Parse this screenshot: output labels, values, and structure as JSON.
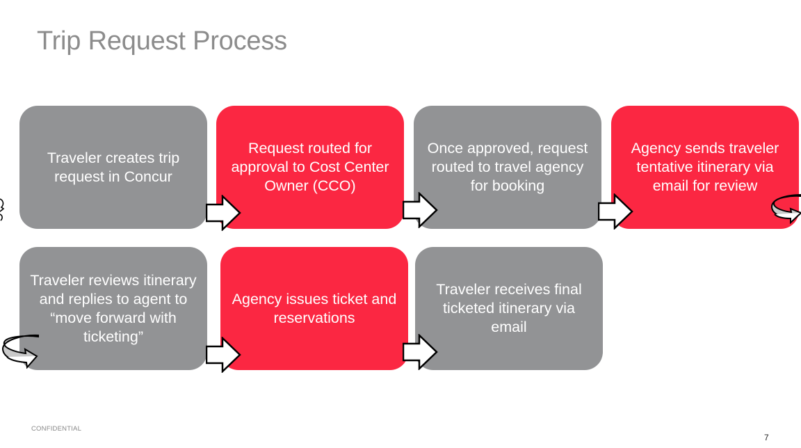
{
  "slide": {
    "title": "Trip Request Process",
    "footer": "CONFIDENTIAL",
    "page_number": "7"
  },
  "steps": [
    {
      "text": "Traveler creates trip request in Concur",
      "color": "#929395"
    },
    {
      "text": "Request routed for approval to Cost Center Owner (CCO)",
      "color": "#fb2742"
    },
    {
      "text": "Once approved, request routed to travel agency for booking",
      "color": "#929395"
    },
    {
      "text": "Agency sends traveler tentative itinerary via email for review",
      "color": "#fb2742"
    },
    {
      "text": "Traveler reviews itinerary and replies to agent to “move forward with ticketing”",
      "color": "#929395"
    },
    {
      "text": "Agency issues ticket and reservations",
      "color": "#fb2742"
    },
    {
      "text": "Traveler receives final ticketed itinerary via email",
      "color": "#929395"
    }
  ]
}
